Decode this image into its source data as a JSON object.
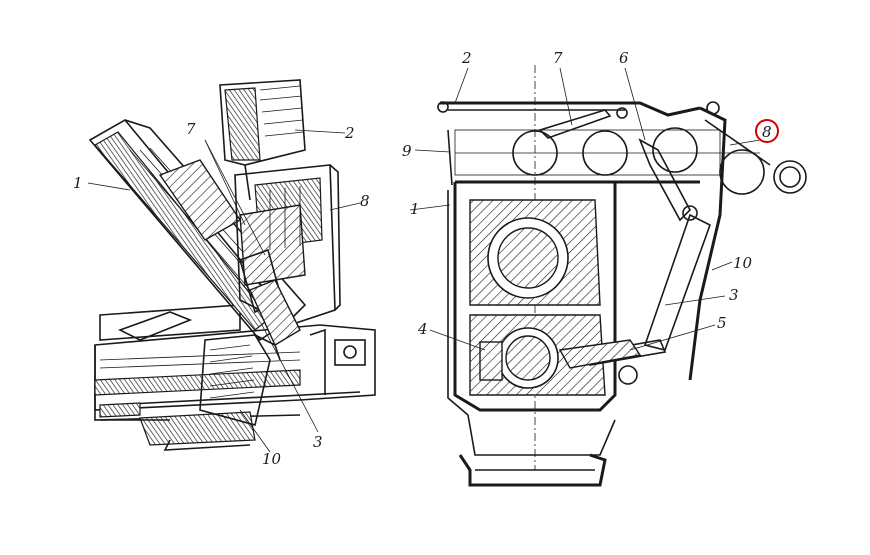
{
  "left_view": {
    "labels": [
      "1",
      "7",
      "2",
      "8",
      "3",
      "10"
    ]
  },
  "right_view": {
    "labels": [
      "2",
      "7",
      "6",
      "8",
      "9",
      "1",
      "10",
      "3",
      "4",
      "5"
    ],
    "highlighted_label": "8"
  },
  "colors": {
    "ink": "#1a1a1a",
    "highlight": "#d40000",
    "background": "#ffffff"
  }
}
